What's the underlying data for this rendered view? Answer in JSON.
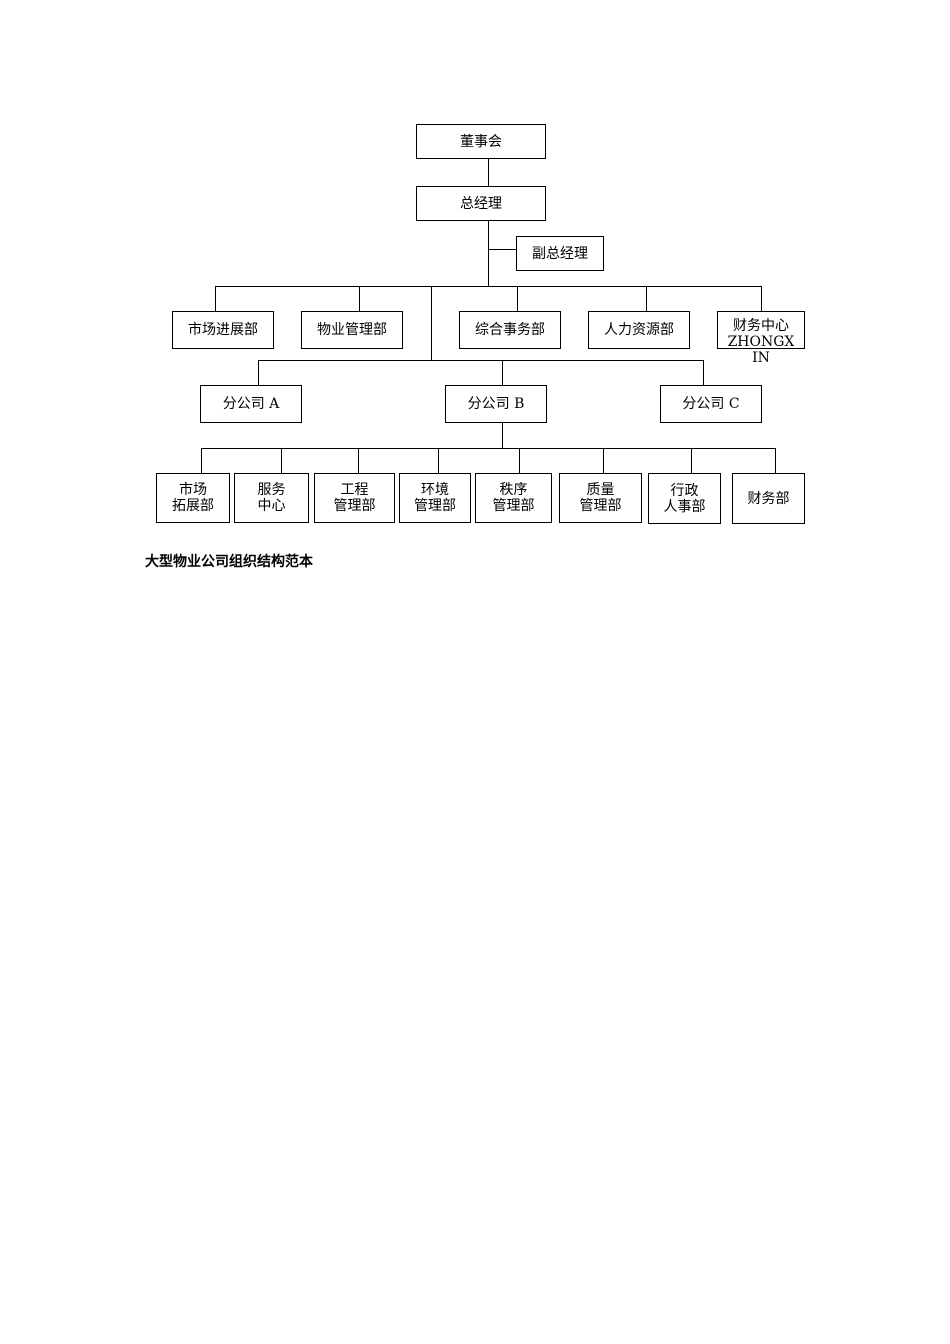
{
  "chart": {
    "board": "董事会",
    "gm": "总经理",
    "vice_gm": "副总经理",
    "departments": [
      "市场进展部",
      "物业管理部",
      "综合事务部",
      "人力资源部"
    ],
    "finance_center": "财务中心\nZHONGX\nIN",
    "branches": [
      "分公司 A",
      "分公司 B",
      "分公司 C"
    ],
    "branch_departments": [
      "市场\n拓展部",
      "服务\n中心",
      "工程\n管理部",
      "环境\n管理部",
      "秩序\n管理部",
      "质量\n管理部",
      "行政\n人事部",
      "财务部"
    ]
  },
  "caption": "大型物业公司组织结构范本"
}
